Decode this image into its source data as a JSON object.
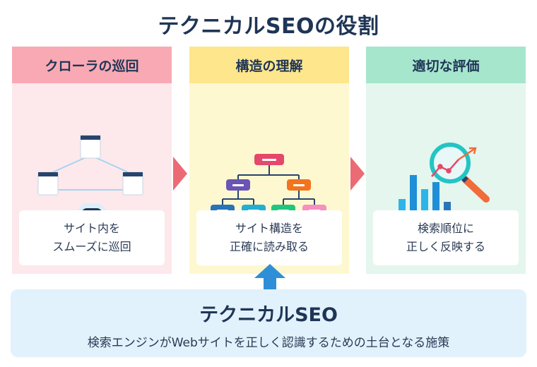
{
  "title": "テクニカルSEOの役割",
  "cards": [
    {
      "heading": "クローラの巡回",
      "lines": [
        "サイト内を",
        "スムーズに巡回"
      ],
      "icon": "crawler-robot-network-icon"
    },
    {
      "heading": "構造の理解",
      "lines": [
        "サイト構造を",
        "正確に読み取る"
      ],
      "icon": "site-tree-icon"
    },
    {
      "heading": "適切な評価",
      "lines": [
        "検索順位に",
        "正しく反映する"
      ],
      "icon": "bar-chart-magnifier-icon"
    }
  ],
  "bottom": {
    "title": "テクニカルSEO",
    "description": "検索エンジンがWebサイトを正しく認識するための土台となる施策"
  },
  "colors": {
    "title": "#1f3556",
    "card1_head": "#f8a9b3",
    "card1_body": "#fde8ec",
    "card2_head": "#fde68c",
    "card2_body": "#fef8d0",
    "card3_head": "#a6e6cc",
    "card3_body": "#e4f6ee",
    "chevron": "#ec6a73",
    "up_arrow": "#2e8fd8",
    "bottom_bg": "#e1f2fc"
  }
}
